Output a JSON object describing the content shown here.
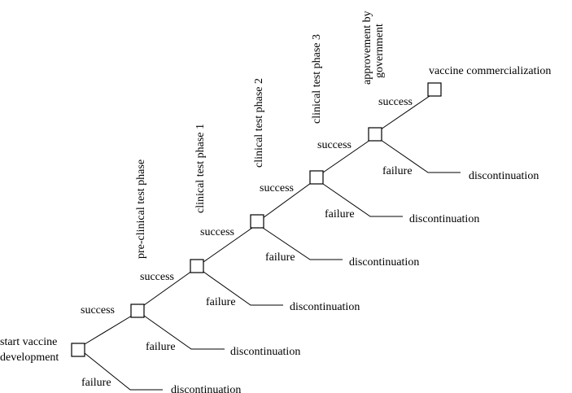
{
  "diagram": {
    "start_label_line1": "start vaccine",
    "start_label_line2": "development",
    "stages": [
      {
        "phase": "pre-clinical test phase",
        "success": "success",
        "failure": "failure",
        "outcome": "discontinuation"
      },
      {
        "phase": "clinical test phase 1",
        "success": "success",
        "failure": "failure",
        "outcome": "discontinuation"
      },
      {
        "phase": "clinical test phase 2",
        "success": "success",
        "failure": "failure",
        "outcome": "discontinuation"
      },
      {
        "phase": "clinical test phase 3",
        "success": "success",
        "failure": "failure",
        "outcome": "discontinuation"
      },
      {
        "phase_line1": "approvement by",
        "phase_line2": "government",
        "success": "success",
        "failure": "failure",
        "outcome": "discontinuation"
      }
    ],
    "first_failure": "failure",
    "first_outcome": "discontinuation",
    "end_label": "vaccine commercialization"
  }
}
